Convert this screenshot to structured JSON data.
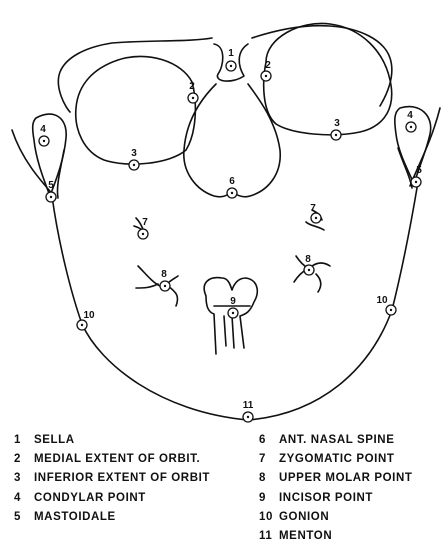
{
  "landmarks": [
    {
      "number": "1",
      "name": "SELLA"
    },
    {
      "number": "2",
      "name": "MEDIAL EXTENT OF ORBIT."
    },
    {
      "number": "3",
      "name": "INFERIOR EXTENT OF ORBIT"
    },
    {
      "number": "4",
      "name": "CONDYLAR POINT"
    },
    {
      "number": "5",
      "name": "MASTOIDALE"
    },
    {
      "number": "6",
      "name": "ANT. NASAL SPINE"
    },
    {
      "number": "7",
      "name": "ZYGOMATIC POINT"
    },
    {
      "number": "8",
      "name": "UPPER MOLAR POINT"
    },
    {
      "number": "9",
      "name": "INCISOR POINT"
    },
    {
      "number": "10",
      "name": "GONION"
    },
    {
      "number": "11",
      "name": "MENTON"
    }
  ],
  "diagram_markers": [
    {
      "id": "sella",
      "label": "1"
    },
    {
      "id": "medial-orbit-left",
      "label": "2"
    },
    {
      "id": "medial-orbit-right",
      "label": "2"
    },
    {
      "id": "inferior-orbit-left",
      "label": "3"
    },
    {
      "id": "inferior-orbit-right",
      "label": "3"
    },
    {
      "id": "condylar-left",
      "label": "4"
    },
    {
      "id": "condylar-right",
      "label": "4"
    },
    {
      "id": "mastoidale-left",
      "label": "5"
    },
    {
      "id": "mastoidale-right",
      "label": "5"
    },
    {
      "id": "nasal-spine",
      "label": "6"
    },
    {
      "id": "zygomatic-left",
      "label": "7"
    },
    {
      "id": "zygomatic-right",
      "label": "7"
    },
    {
      "id": "molar-left",
      "label": "8"
    },
    {
      "id": "molar-right",
      "label": "8"
    },
    {
      "id": "incisor",
      "label": "9"
    },
    {
      "id": "gonion-left",
      "label": "10"
    },
    {
      "id": "gonion-right",
      "label": "10"
    },
    {
      "id": "menton",
      "label": "11"
    }
  ],
  "colors": {
    "ink": "#111111",
    "background": "#ffffff"
  }
}
